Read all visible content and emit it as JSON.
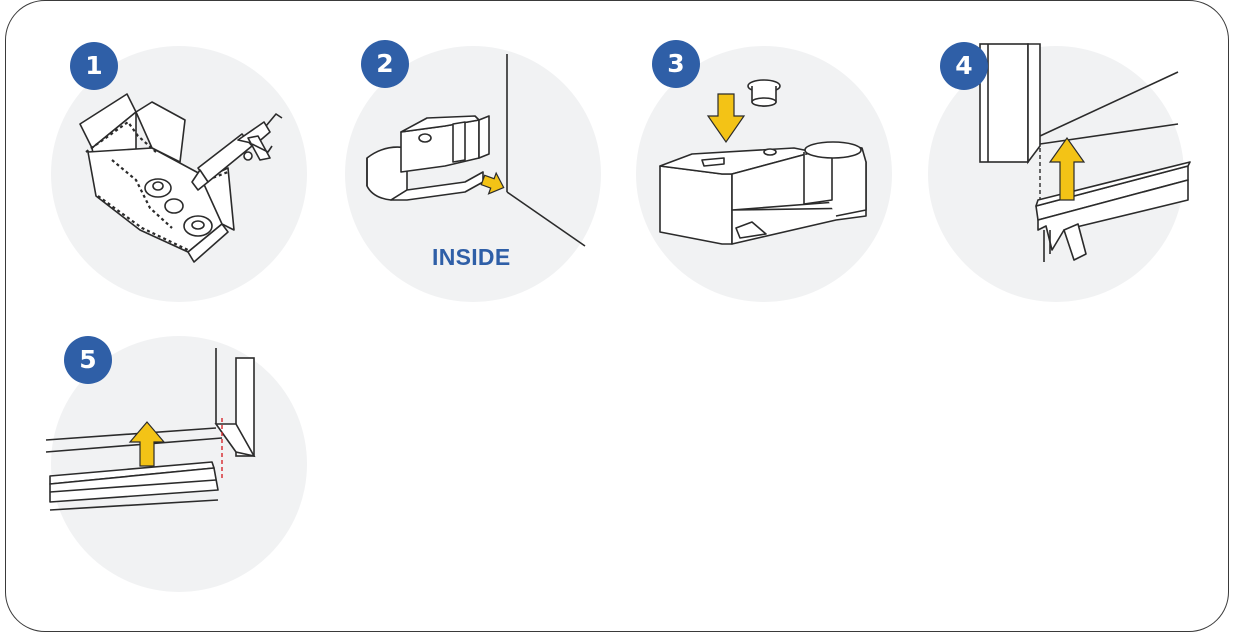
{
  "colors": {
    "badge": "#2f5fa7",
    "circle_bg": "#f1f2f3",
    "arrow": "#f3c316",
    "line": "#2b2b2b",
    "marker_red": "#d6262b",
    "label": "#2f5fa7"
  },
  "steps": [
    {
      "number": "1",
      "icon": "silicone-caulk-gun-icon"
    },
    {
      "number": "2",
      "icon": "bracket-inside-corner-icon",
      "label": "INSIDE"
    },
    {
      "number": "3",
      "icon": "insert-cap-into-bracket-icon"
    },
    {
      "number": "4",
      "icon": "attach-seal-profile-icon"
    },
    {
      "number": "5",
      "icon": "push-bottom-profile-icon"
    }
  ]
}
